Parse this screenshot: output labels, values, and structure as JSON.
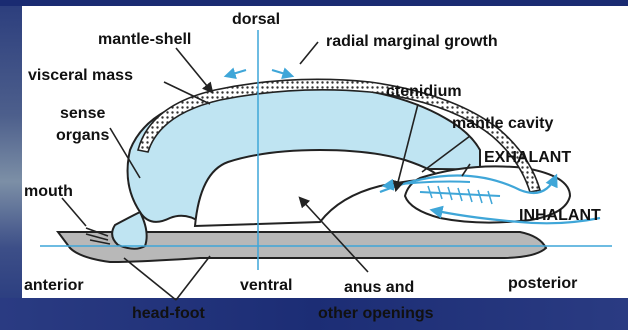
{
  "labels": {
    "dorsal": "dorsal",
    "mantle_shell": "mantle-shell",
    "radial_marginal_growth": "radial marginal growth",
    "visceral_mass": "visceral mass",
    "sense": "sense",
    "organs": "organs",
    "ctenidium": "ctenidium",
    "mantle_cavity": "mantle cavity",
    "exhalant": "EXHALANT",
    "mouth": "mouth",
    "inhalant": "INHALANT",
    "anterior": "anterior",
    "ventral": "ventral",
    "anus_and": "anus and",
    "other_openings": "other openings",
    "posterior": "posterior",
    "head_foot": "head-foot"
  },
  "colors": {
    "body_fill": "#bfe4f2",
    "foot_fill": "#b8b8b8",
    "axis_line": "#3fa6d8",
    "flow_arrow": "#3fa6d8"
  }
}
